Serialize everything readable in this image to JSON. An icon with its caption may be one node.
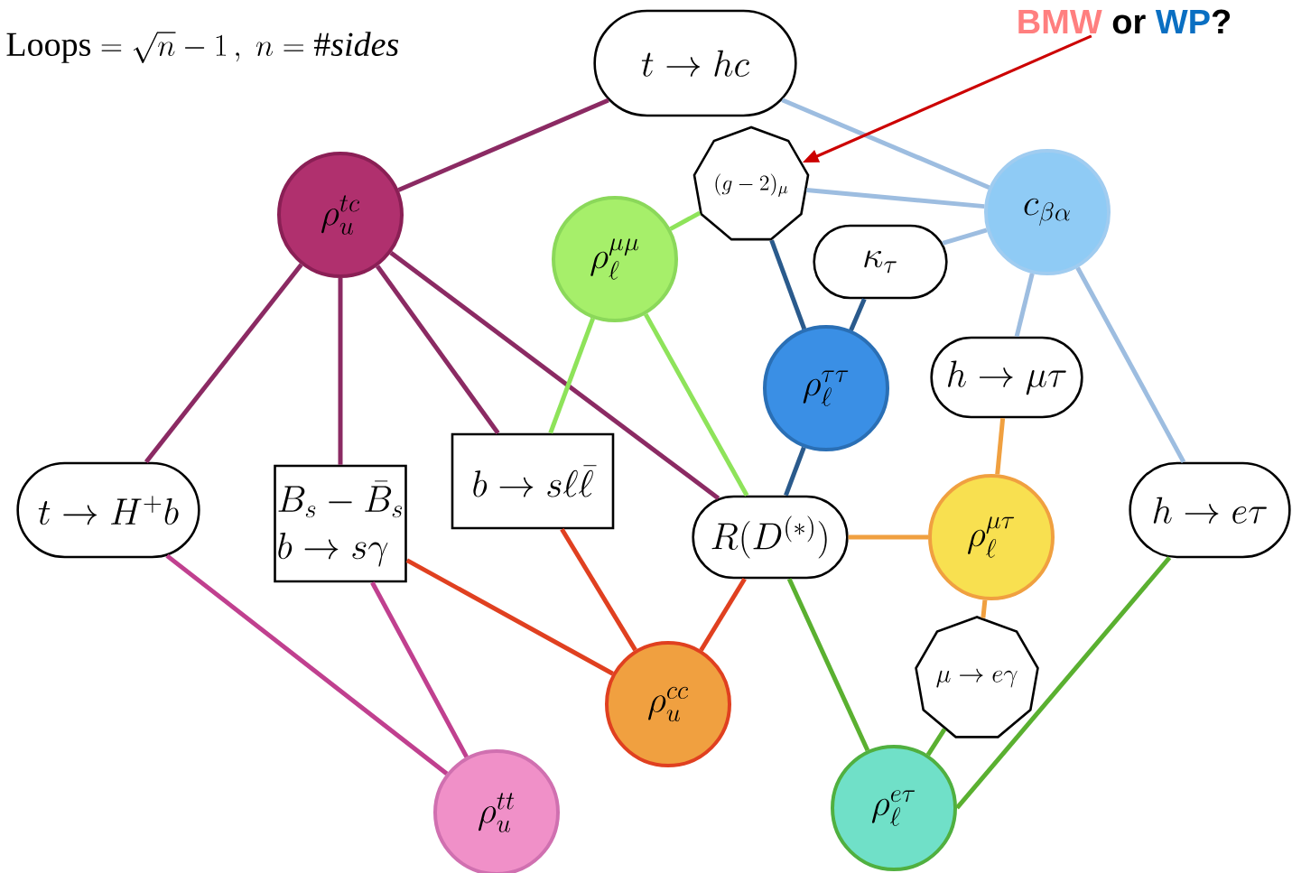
{
  "diagram": {
    "nodes": [
      {
        "text": [
          "t \\to hc"
        ]
      },
      {
        "text": [
          "\\rho_u^{tc}"
        ]
      },
      {
        "text": [
          "(g-2)_\\mu"
        ]
      },
      {
        "text": [
          "c_{\\beta\\alpha}"
        ]
      },
      {
        "text": [
          "\\rho_\\ell^{\\mu\\mu}"
        ]
      },
      {
        "text": [
          "\\kappa_\\tau"
        ]
      },
      {
        "text": [
          "\\rho_\\ell^{\\tau\\tau}"
        ]
      },
      {
        "text": [
          "h \\to \\mu\\tau"
        ]
      },
      {
        "text": [
          "t \\to H^+ b"
        ]
      },
      {
        "text": [
          "B_s - \\bar{B}_s",
          "b \\to s\\gamma"
        ]
      },
      {
        "text": [
          "b \\to s\\ell\\bar{\\ell}"
        ]
      },
      {
        "text": [
          "R(D^{(*)})"
        ]
      },
      {
        "text": [
          "\\rho_\\ell^{\\mu\\tau}"
        ]
      },
      {
        "text": [
          "h \\to e\\tau"
        ]
      },
      {
        "text": [
          "\\mu \\to e\\gamma"
        ]
      },
      {
        "text": [
          "\\rho_u^{cc}"
        ]
      },
      {
        "text": [
          "\\rho_u^{tt}"
        ]
      },
      {
        "text": [
          "\\rho_\\ell^{e\\tau}"
        ]
      },
      {
        "text": [
          "BMW",
          "or",
          "WP",
          "?"
        ]
      }
    ],
    "edges": [
      {
        "from": 0,
        "to": 1,
        "arrow": "none",
        "color": "#8b2a63"
      },
      {
        "from": 0,
        "to": 3,
        "arrow": "none",
        "color": "#9dbde0"
      },
      {
        "from": 1,
        "to": 8,
        "arrow": "none",
        "color": "#8b2a63"
      },
      {
        "from": 1,
        "to": 9,
        "arrow": "none",
        "color": "#8b2a63"
      },
      {
        "from": 1,
        "to": 10,
        "arrow": "none",
        "color": "#8b2a63"
      },
      {
        "from": 1,
        "to": 11,
        "arrow": "none",
        "color": "#8b2a63"
      },
      {
        "from": 4,
        "to": 2,
        "arrow": "none",
        "color": "#8ee35a"
      },
      {
        "from": 4,
        "to": 10,
        "arrow": "none",
        "color": "#8ee35a"
      },
      {
        "from": 4,
        "to": 11,
        "arrow": "none",
        "color": "#8ee35a"
      },
      {
        "from": 2,
        "to": 3,
        "arrow": "none",
        "color": "#9dbde0"
      },
      {
        "from": 2,
        "to": 6,
        "arrow": "none",
        "color": "#2a5a8c"
      },
      {
        "from": 5,
        "to": 6,
        "arrow": "none",
        "color": "#2a5a8c"
      },
      {
        "from": 3,
        "to": 5,
        "arrow": "none",
        "color": "#9dbde0"
      },
      {
        "from": 3,
        "to": 7,
        "arrow": "none",
        "color": "#9dbde0"
      },
      {
        "from": 3,
        "to": 13,
        "arrow": "none",
        "color": "#9dbde0"
      },
      {
        "from": 6,
        "to": 11,
        "arrow": "none",
        "color": "#2a5a8c"
      },
      {
        "from": 7,
        "to": 12,
        "arrow": "none",
        "color": "#f0a040"
      },
      {
        "from": 11,
        "to": 12,
        "arrow": "none",
        "color": "#f0a040"
      },
      {
        "from": 12,
        "to": 14,
        "arrow": "none",
        "color": "#f0a040"
      },
      {
        "from": 8,
        "to": 16,
        "arrow": "none",
        "color": "#c0408f"
      },
      {
        "from": 9,
        "to": 16,
        "arrow": "none",
        "color": "#c0408f"
      },
      {
        "from": 9,
        "to": 15,
        "arrow": "none",
        "color": "#e04020"
      },
      {
        "from": 10,
        "to": 15,
        "arrow": "none",
        "color": "#e04020"
      },
      {
        "from": 11,
        "to": 15,
        "arrow": "none",
        "color": "#e04020"
      },
      {
        "from": 11,
        "to": 17,
        "arrow": "none",
        "color": "#5ab030"
      },
      {
        "from": 14,
        "to": 17,
        "arrow": "none",
        "color": "#5ab030"
      },
      {
        "from": 13,
        "to": 17,
        "arrow": "none",
        "color": "#5ab030"
      },
      {
        "from": 18,
        "to": 2,
        "arrow": "to",
        "color": "#cc0000"
      }
    ],
    "labels": [
      "\\mathrm{Loops} = \\sqrt{n} - 1\\,,\\ n = \\#\\mathit{sides}"
    ]
  }
}
